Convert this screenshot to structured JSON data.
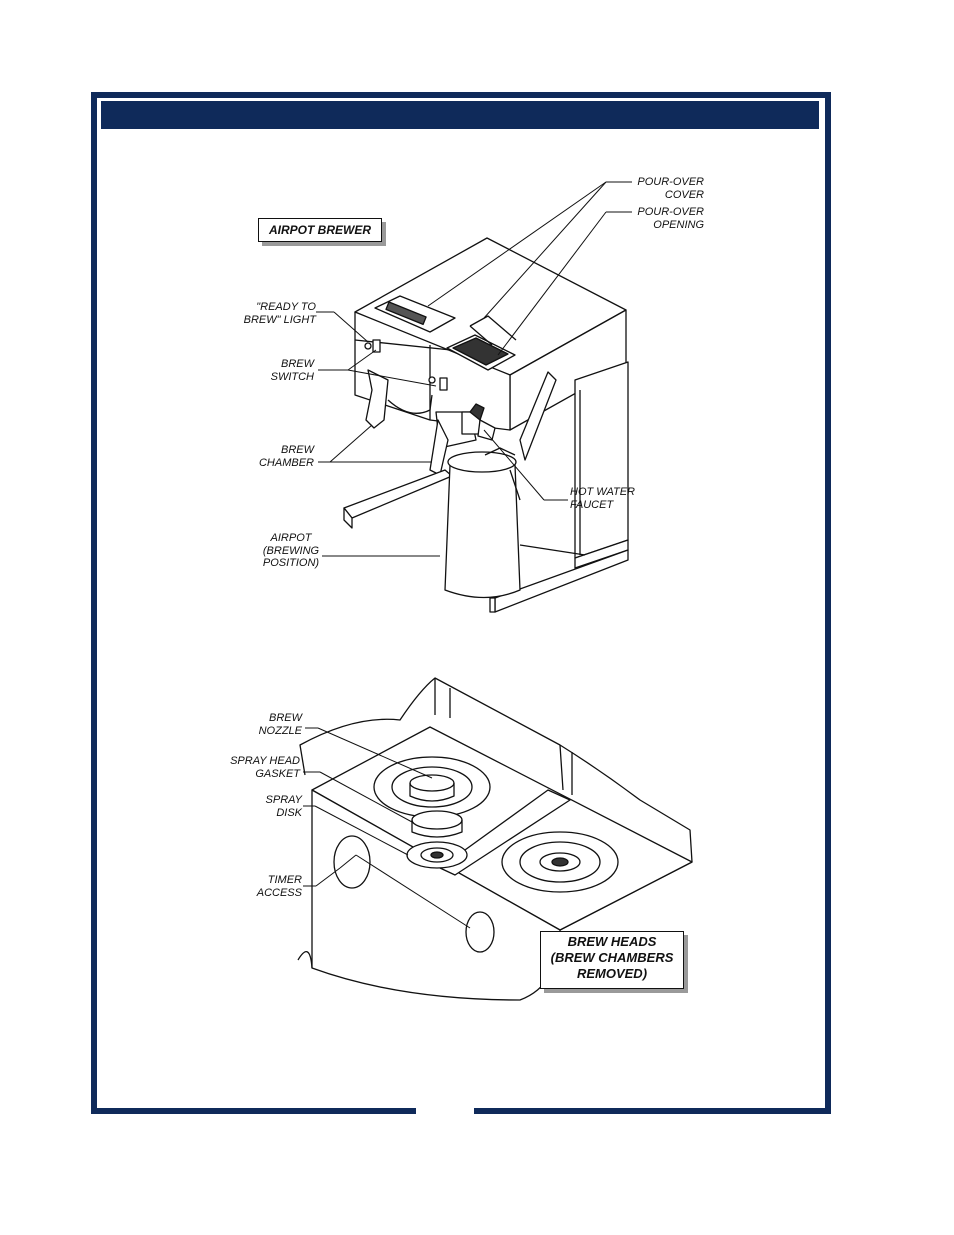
{
  "colors": {
    "frame": "#0f2a5a",
    "line": "#111111",
    "shadow": "#9a9a9a"
  },
  "top_figure": {
    "title": "AIRPOT BREWER",
    "labels": {
      "pour_over_cover": "POUR-OVER\nCOVER",
      "pour_over_opening": "POUR-OVER\nOPENING",
      "ready_light": "\"READY TO\nBREW\" LIGHT",
      "brew_switch": "BREW\nSWITCH",
      "brew_chamber": "BREW\nCHAMBER",
      "hot_water_faucet": "HOT WATER\nFAUCET",
      "airpot": "AIRPOT\n(BREWING\nPOSITION)"
    }
  },
  "bottom_figure": {
    "title": "BREW HEADS\n(BREW CHAMBERS\nREMOVED)",
    "labels": {
      "brew_nozzle": "BREW\nNOZZLE",
      "spray_head_gasket": "SPRAY HEAD\nGASKET",
      "spray_disk": "SPRAY\nDISK",
      "timer_access": "TIMER\nACCESS"
    }
  }
}
